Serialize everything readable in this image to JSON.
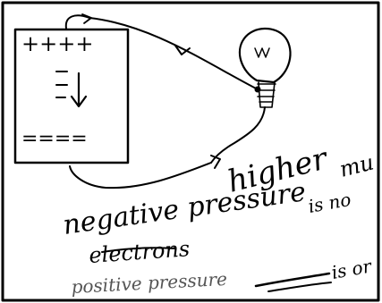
{
  "diagram": {
    "plate_top_charge": "++++",
    "plate_bottom_charge": "====",
    "field_arrow_label": "=",
    "notes": {
      "line1": "higher",
      "line1_tail": "mu",
      "line2": "negative pressure",
      "line2_tail": "is no",
      "line3": "electrons",
      "line4": "positive pressure",
      "line4_tail": "is or"
    }
  },
  "colors": {
    "ink": "#000000",
    "border": "#000000",
    "background": "#ffffff"
  }
}
